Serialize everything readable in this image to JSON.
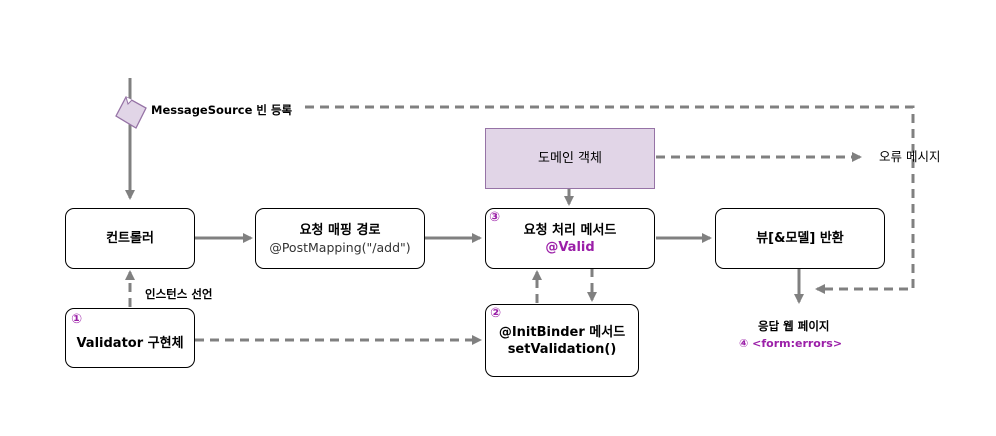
{
  "colors": {
    "arrow": "#808080",
    "accent": "#9b1fa8",
    "domain_fill": "#e1d5e7",
    "domain_border": "#9673a6"
  },
  "message_source": {
    "icon": "note-icon",
    "label": "MessageSource 빈 등록"
  },
  "nodes": {
    "controller": {
      "label": "컨트롤러"
    },
    "mapping": {
      "title": "요청 매핑 경로",
      "sub": "@PostMapping(\"/add\")"
    },
    "handler": {
      "number": "③",
      "title": "요청 처리 메서드",
      "annotation": "@Valid"
    },
    "view": {
      "label": "뷰[&모델] 반환"
    },
    "domain": {
      "label": "도메인 객체"
    },
    "validator": {
      "number": "①",
      "label": "Validator 구현체"
    },
    "initbinder": {
      "number": "②",
      "line1": "@InitBinder 메서드",
      "line2": "setValidation()"
    }
  },
  "labels": {
    "error_message": "오류 메시지",
    "instance_decl": "인스턴스 선언",
    "response_page": "응답 웹 페이지",
    "form_errors": "④ <form:errors>"
  }
}
